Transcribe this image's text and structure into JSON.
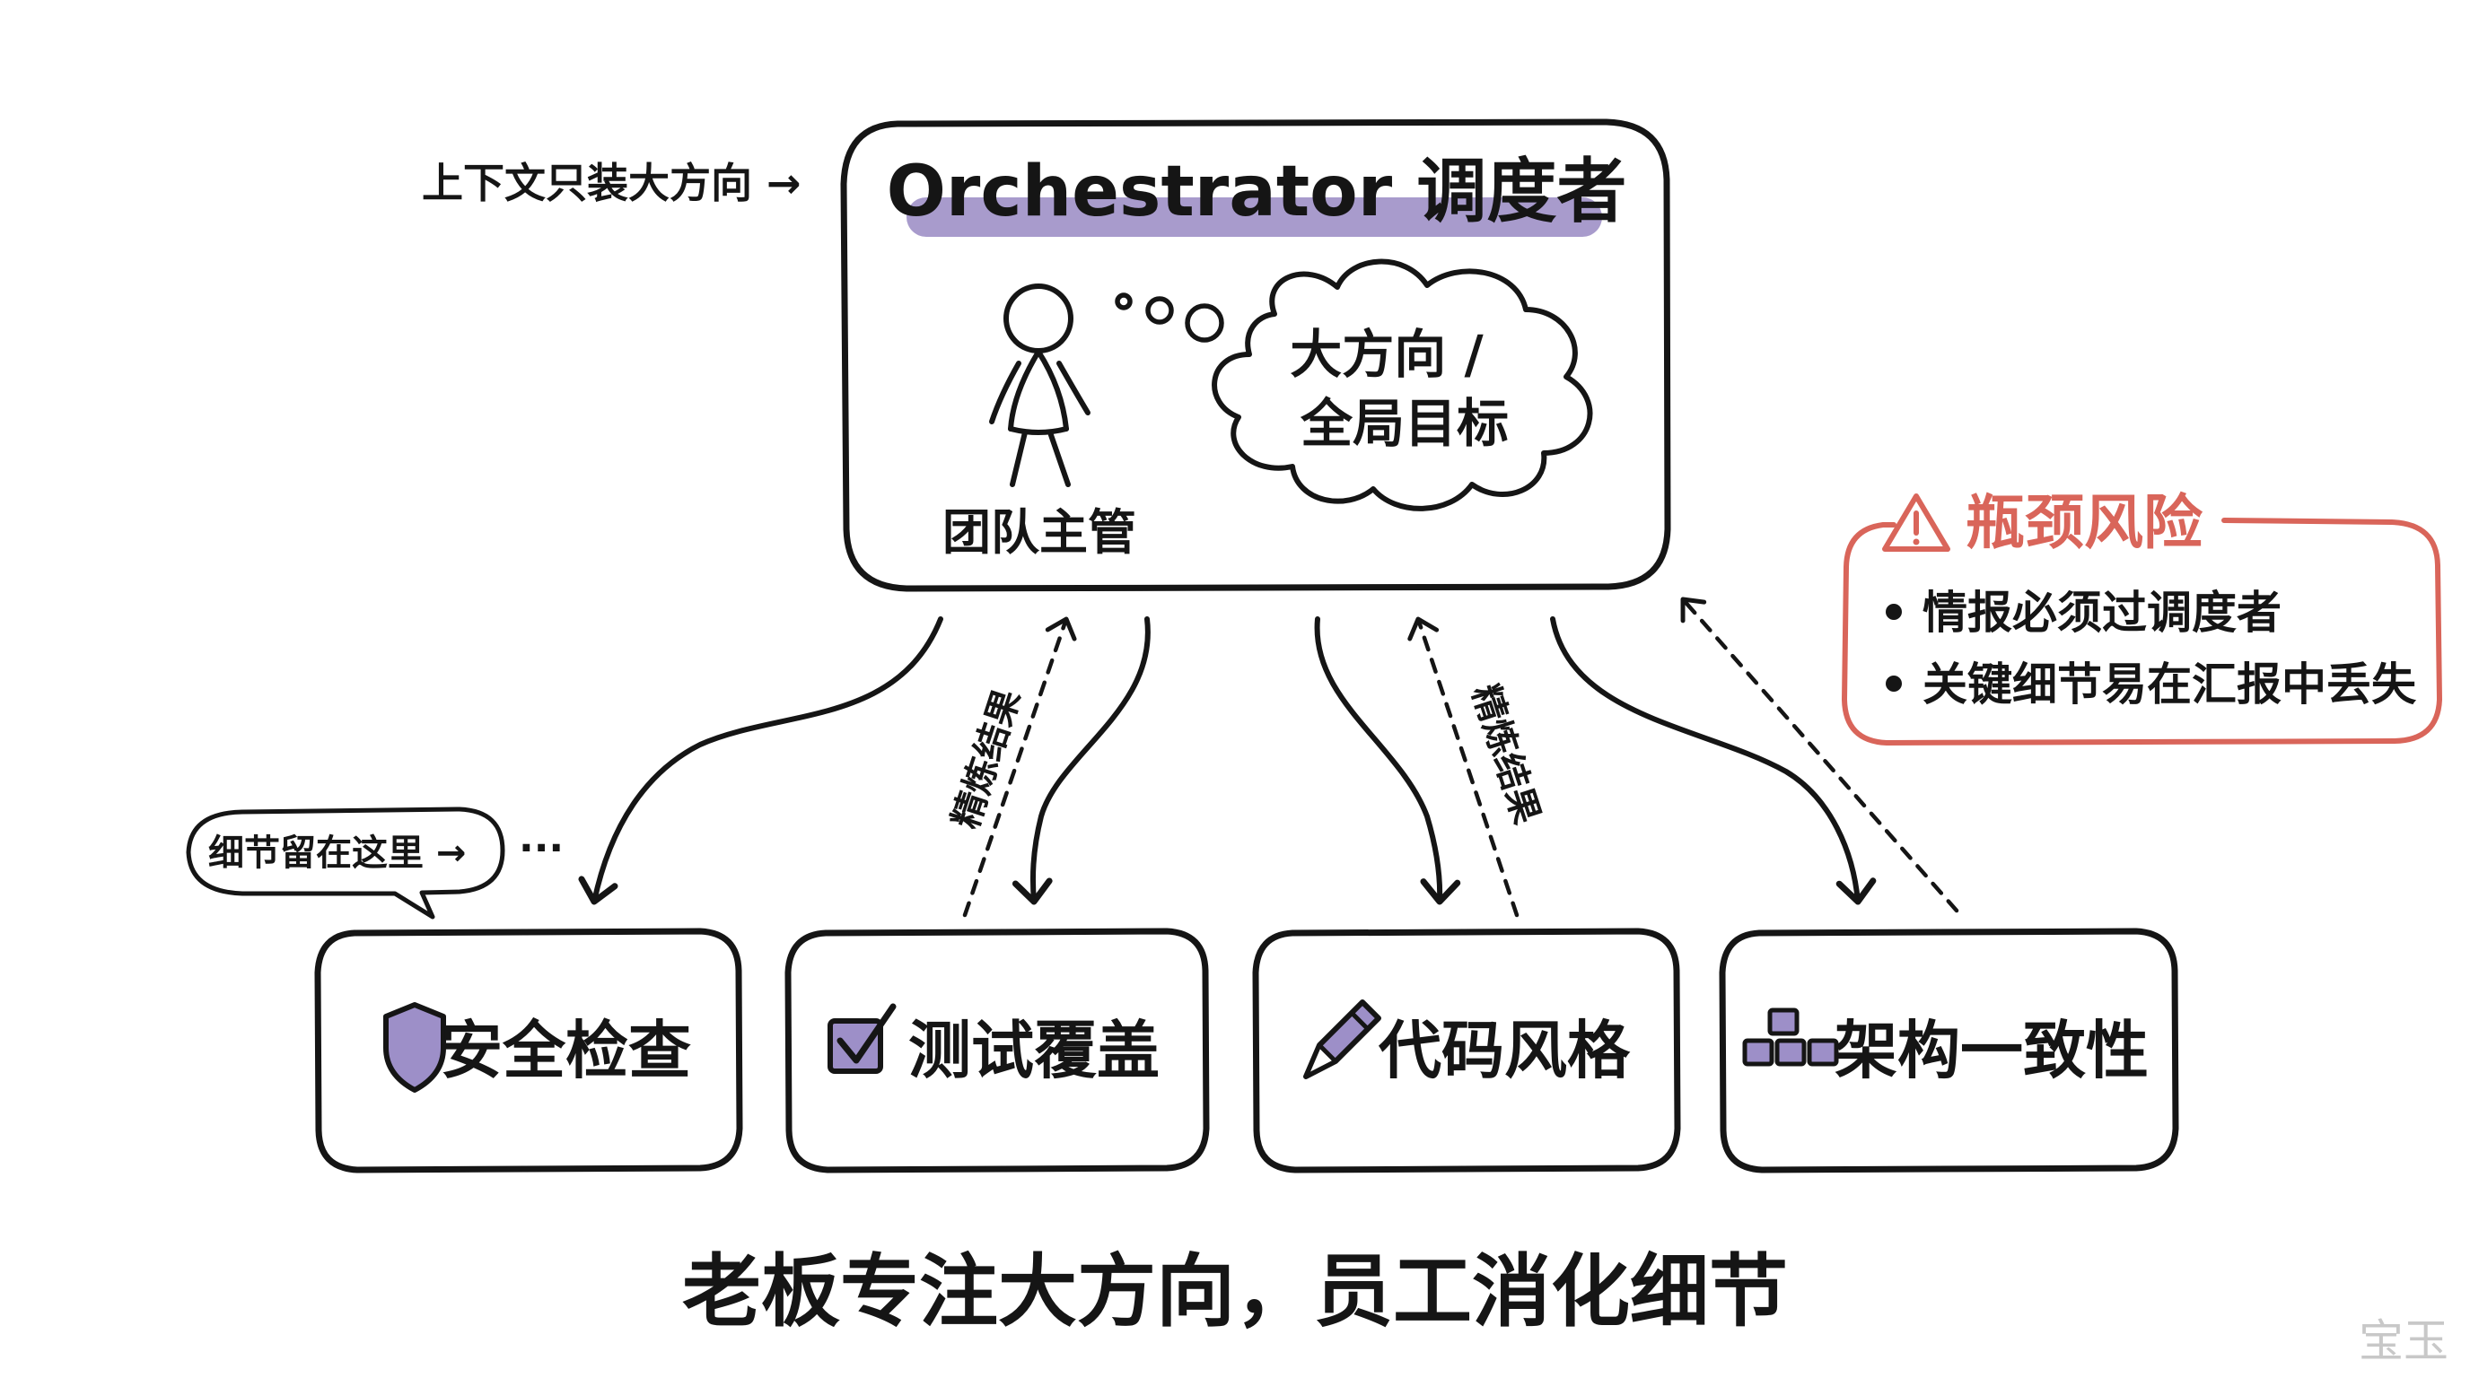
{
  "orchestrator": {
    "title": "Orchestrator 调度者",
    "person_label": "团队主管",
    "thought_line1": "大方向 /",
    "thought_line2": "全局目标"
  },
  "annotations": {
    "context_note": "上下文只装大方向 →",
    "details_bubble": "细节留在这里 →",
    "ellipsis": "···",
    "refined_result_left": "精炼结果",
    "refined_result_right": "精炼结果"
  },
  "risk": {
    "title": "瓶颈风险",
    "items": [
      "情报必须过调度者",
      "关键细节易在汇报中丢失"
    ]
  },
  "workers": [
    {
      "label": "安全检查",
      "icon": "shield-icon"
    },
    {
      "label": "测试覆盖",
      "icon": "checkbox-icon"
    },
    {
      "label": "代码风格",
      "icon": "pencil-icon"
    },
    {
      "label": "架构一致性",
      "icon": "blocks-icon"
    }
  ],
  "caption": "老板专注大方向，员工消化细节",
  "watermark": "宝玉",
  "colors": {
    "accent_purple": "#a89bcc",
    "icon_purple": "#9d8fc8",
    "risk_red": "#d9655a",
    "ink": "#151515"
  }
}
